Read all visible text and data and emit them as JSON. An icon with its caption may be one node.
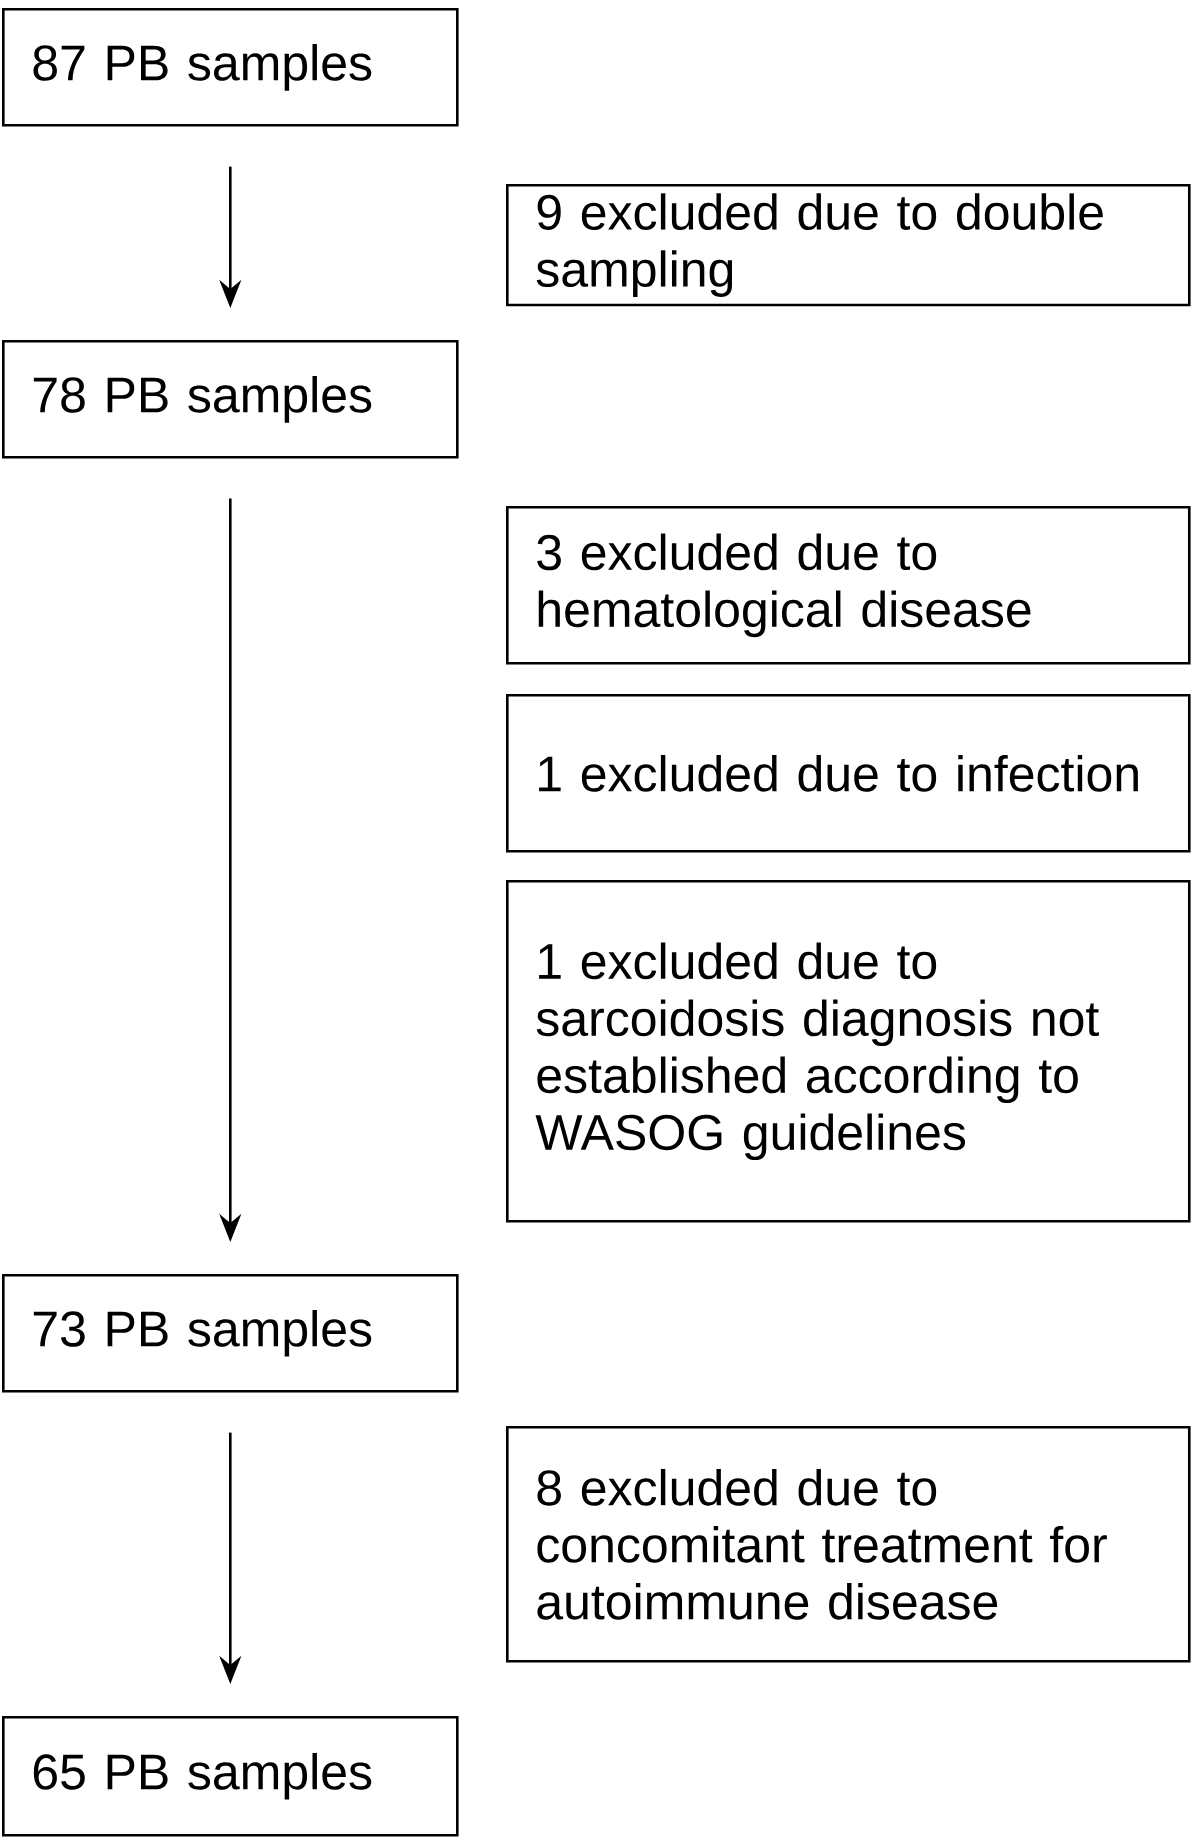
{
  "diagram": {
    "nodes": [
      {
        "text": [
          "87 PB samples"
        ]
      },
      {
        "text": [
          "9 excluded due to double sampling"
        ]
      },
      {
        "text": [
          "78 PB samples"
        ]
      },
      {
        "text": [
          "3 excluded due to hematological disease"
        ]
      },
      {
        "text": [
          "1 excluded due to infection"
        ]
      },
      {
        "text": [
          "1 excluded due to sarcoidosis diagnosis not established according to WASOG guidelines"
        ]
      },
      {
        "text": [
          "73 PB samples"
        ]
      },
      {
        "text": [
          "8 excluded due to concomitant treatment for autoimmune disease"
        ]
      },
      {
        "text": [
          "65 PB samples"
        ]
      }
    ],
    "edges": [
      {
        "from": 0,
        "to": 2,
        "arrow": "to"
      },
      {
        "from": 2,
        "to": 6,
        "arrow": "to"
      },
      {
        "from": 6,
        "to": 8,
        "arrow": "to"
      }
    ]
  }
}
